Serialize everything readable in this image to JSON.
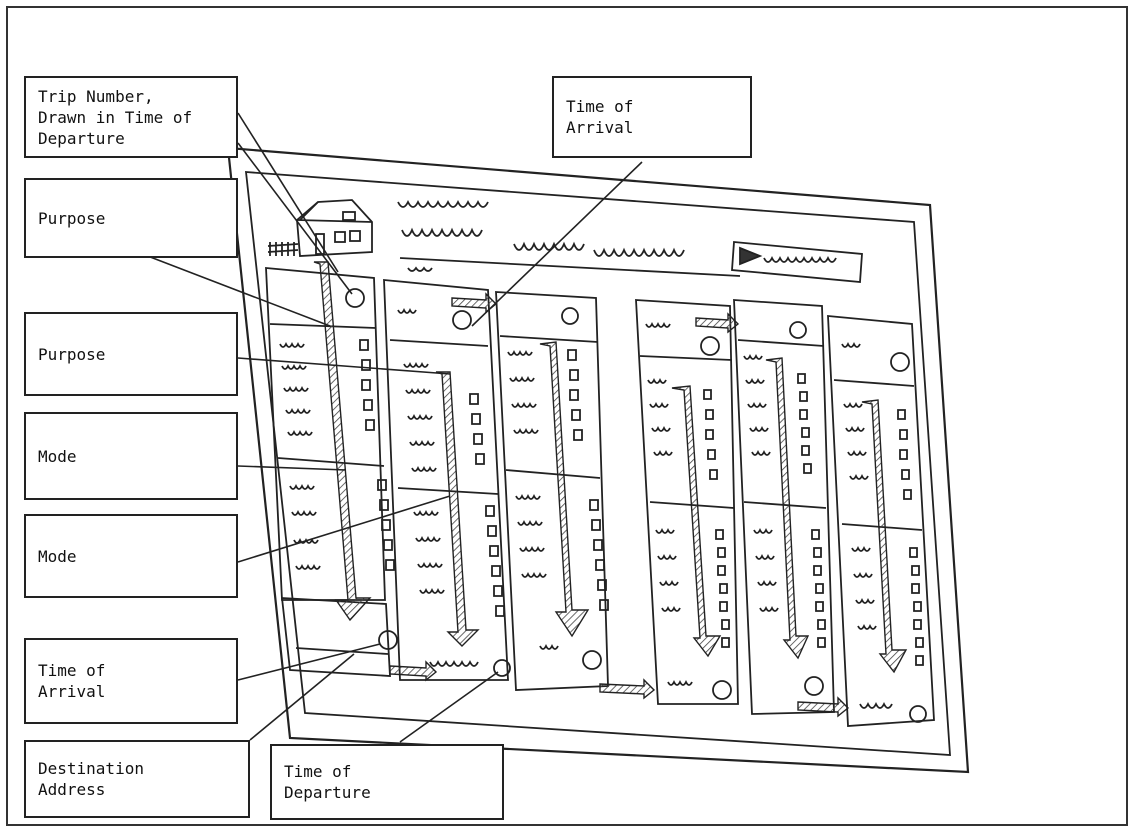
{
  "labels": {
    "trip_number": "Trip Number,\nDrawn in Time of\nDeparture",
    "purpose_1": "Purpose",
    "purpose_2": "Purpose",
    "mode_1": "Mode",
    "mode_2": "Mode",
    "time_of_arrival_bottom": "Time of\nArrival",
    "destination_address": "Destination\nAddress",
    "time_of_arrival_top": "Time of\nArrival",
    "time_of_departure": "Time of\nDeparture"
  },
  "colors": {
    "ink": "#222222",
    "hatch": "#555555"
  }
}
